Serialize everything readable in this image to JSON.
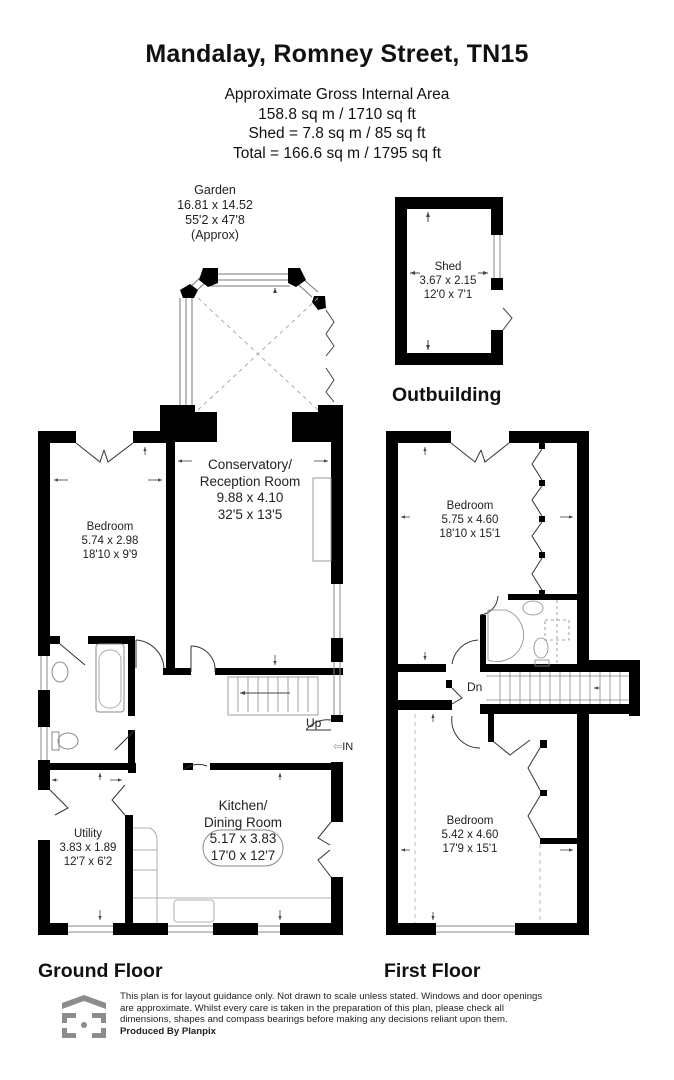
{
  "header": {
    "title": "Mandalay, Romney Street, TN15",
    "area_heading": "Approximate Gross Internal Area",
    "area_main": "158.8 sq m / 1710 sq ft",
    "area_shed": "Shed = 7.8 sq m / 85 sq ft",
    "area_total": "Total = 166.6 sq m / 1795 sq ft"
  },
  "garden": {
    "name": "Garden",
    "metric": "16.81 x 14.52",
    "imperial": "55'2 x 47'8",
    "note": "(Approx)"
  },
  "outbuilding": {
    "title": "Outbuilding",
    "shed": {
      "name": "Shed",
      "metric": "3.67 x 2.15",
      "imperial": "12'0 x 7'1"
    }
  },
  "ground_floor": {
    "title": "Ground Floor",
    "rooms": [
      {
        "name": "Bedroom",
        "metric": "5.74 x 2.98",
        "imperial": "18'10 x 9'9"
      },
      {
        "name_line1": "Conservatory/",
        "name_line2": "Reception Room",
        "metric": "9.88 x 4.10",
        "imperial": "32'5 x 13'5"
      },
      {
        "name_line1": "Kitchen/",
        "name_line2": "Dining Room",
        "metric": "5.17 x 3.83",
        "imperial": "17'0 x 12'7"
      },
      {
        "name": "Utility",
        "metric": "3.83 x 1.89",
        "imperial": "12'7 x 6'2"
      }
    ],
    "stairs_label": "Up",
    "entrance_label": "IN",
    "entrance_arrow": "⇦"
  },
  "first_floor": {
    "title": "First Floor",
    "rooms": [
      {
        "name": "Bedroom",
        "metric": "5.75 x 4.60",
        "imperial": "18'10 x 15'1"
      },
      {
        "name": "Bedroom",
        "metric": "5.42 x 4.60",
        "imperial": "17'9 x 15'1"
      }
    ],
    "stairs_label": "Dn"
  },
  "footer": {
    "disclaimer_line1": "This plan is for layout guidance only. Not drawn to scale unless stated. Windows and door openings",
    "disclaimer_line2": "are approximate. Whilst every care is taken in the preparation of this plan, please check all",
    "disclaimer_line3": "dimensions, shapes and compass bearings before making any decisions reliant upon them.",
    "producer": "Produced By Planpix"
  },
  "colors": {
    "wall": "#000000",
    "fixture": "#888888",
    "dim_arrow": "#444444",
    "logo": "#8c8c8c"
  }
}
